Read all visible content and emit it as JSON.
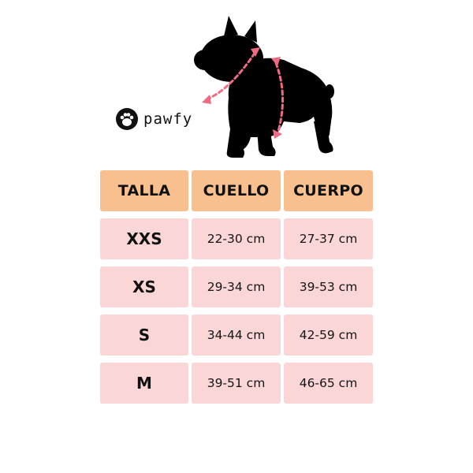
{
  "brand": {
    "name": "pawfy",
    "logo_icon": "paw-icon"
  },
  "illustration": {
    "icon": "french-bulldog-silhouette-icon",
    "measure_marker_icon": "measuring-arrow-icon",
    "dog_color": "#000000",
    "marker_color": "#ee6b82"
  },
  "colors": {
    "header_bg": "#f9c08f",
    "row_bg": "#fbd6d6"
  },
  "table": {
    "headers": [
      "TALLA",
      "CUELLO",
      "CUERPO"
    ],
    "rows": [
      {
        "size": "XXS",
        "neck": "22-30 cm",
        "body": "27-37 cm"
      },
      {
        "size": "XS",
        "neck": "29-34 cm",
        "body": "39-53 cm"
      },
      {
        "size": "S",
        "neck": "34-44 cm",
        "body": "42-59 cm"
      },
      {
        "size": "M",
        "neck": "39-51 cm",
        "body": "46-65 cm"
      }
    ]
  }
}
